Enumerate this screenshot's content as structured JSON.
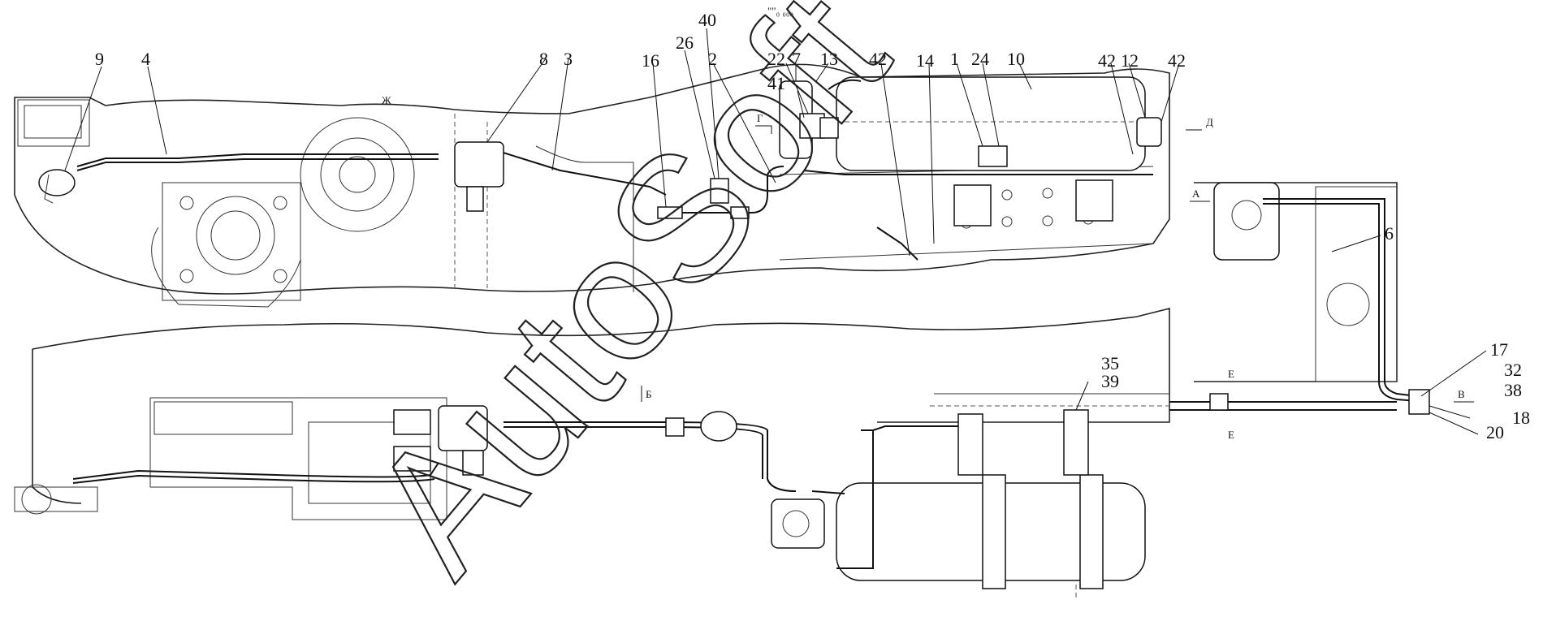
{
  "labels": {
    "l9": "9",
    "l4": "4",
    "l8": "8",
    "l3": "3",
    "l16": "16",
    "l26": "26",
    "l40": "40",
    "l2": "2",
    "l22": "22",
    "l7": "7",
    "l41": "41",
    "l13": "13",
    "l42a": "42",
    "l14": "14",
    "l1": "1",
    "l24": "24",
    "l10": "10",
    "l42b": "42",
    "l12": "12",
    "l42c": "42",
    "l6": "6",
    "l17": "17",
    "l32": "32",
    "l38": "38",
    "l18": "18",
    "l20": "20",
    "l35": "35",
    "l39": "39"
  },
  "section_marks": {
    "g": "Г",
    "d": "Д",
    "a": "А",
    "b": "Б",
    "v": "В",
    "e1": "Е",
    "e2": "Е",
    "zh": "Ж"
  },
  "header_mark": "\"\"₀ ₀₀₀",
  "watermark": "AutoSoft"
}
